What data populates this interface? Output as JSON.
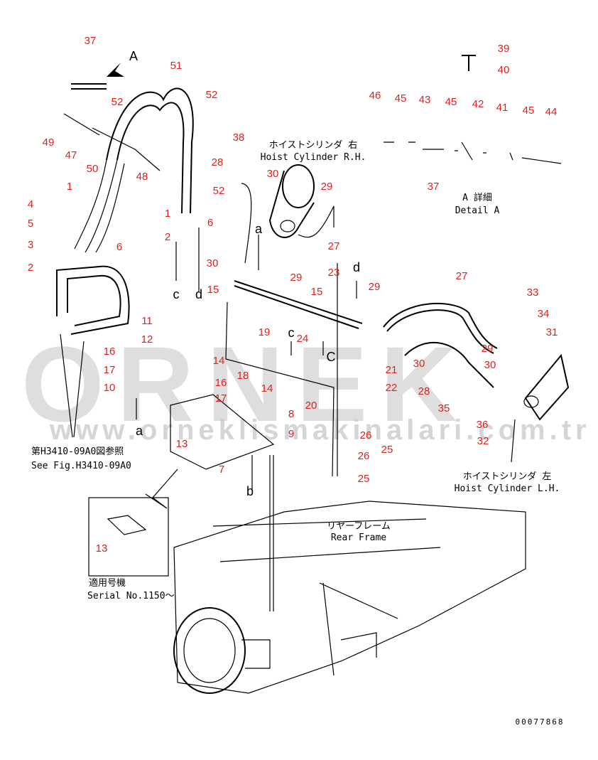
{
  "watermark": {
    "brand": "ORNEK",
    "url": "www.orneklismakinalari.com.tr"
  },
  "part_labels": [
    "37",
    "51",
    "52",
    "52",
    "38",
    "28",
    "52",
    "49",
    "47",
    "50",
    "48",
    "1",
    "4",
    "5",
    "3",
    "6",
    "2",
    "1",
    "2",
    "6",
    "30",
    "29",
    "27",
    "30",
    "15",
    "29",
    "23",
    "15",
    "29",
    "27",
    "19",
    "24",
    "14",
    "18",
    "14",
    "11",
    "12",
    "16",
    "17",
    "10",
    "16",
    "17",
    "8",
    "9",
    "13",
    "7",
    "20",
    "21",
    "22",
    "30",
    "28",
    "29",
    "30",
    "33",
    "34",
    "31",
    "35",
    "36",
    "32",
    "26",
    "25",
    "26",
    "25",
    "13",
    "39",
    "40",
    "46",
    "45",
    "43",
    "45",
    "42",
    "41",
    "45",
    "44",
    "37"
  ],
  "view_letters": [
    "A",
    "c",
    "d",
    "a",
    "d",
    "c",
    "C",
    "a",
    "b"
  ],
  "notes": {
    "hoist_rh_jp": "ホイストシリンダ  右",
    "hoist_rh_en": "Hoist Cylinder R.H.",
    "detail_a_jp": "A 詳細",
    "detail_a_en": "Detail A",
    "see_fig_jp": "第H3410-09A0図参照",
    "see_fig_en": "See Fig.H3410-09A0",
    "hoist_lh_jp": "ホイストシリンダ  左",
    "hoist_lh_en": "Hoist Cylinder L.H.",
    "rear_frame_jp": "リヤーフレーム",
    "rear_frame_en": "Rear Frame",
    "serial_jp": "適用号機",
    "serial_en": "Serial No.1150～",
    "drawing_no": "00077868"
  }
}
